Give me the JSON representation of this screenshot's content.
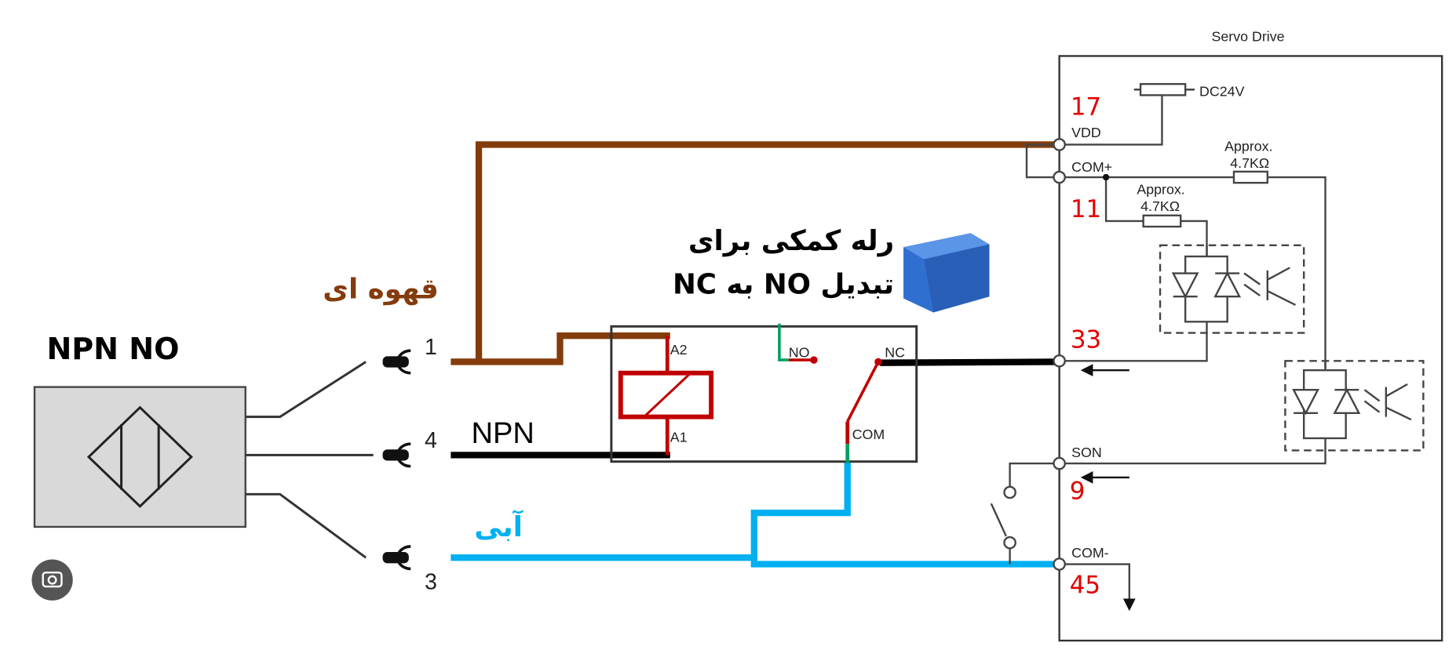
{
  "sensor": {
    "title": "NPN NO",
    "pins": [
      "1",
      "4",
      "3"
    ]
  },
  "wires": {
    "brown_label": "قهوه ای",
    "blue_label": "آبی",
    "npn_label": "NPN",
    "colors": {
      "brown": "#843c0c",
      "black": "#000000",
      "blue": "#00b0f0",
      "relay_red": "#c00000",
      "green": "#00a060"
    }
  },
  "relay": {
    "caption_line1": "رله کمکی برای",
    "caption_line2": "تبدیل  NO به NC",
    "a2": "A2",
    "a1": "A1",
    "no": "NO",
    "nc": "NC",
    "com": "COM"
  },
  "servo": {
    "title": "Servo Drive",
    "supply": "DC24V",
    "resistor_approx": "Approx.",
    "resistor_value": "4.7KΩ",
    "terminals": [
      {
        "name": "VDD",
        "pin": "17"
      },
      {
        "name": "COM+",
        "pin": "11"
      },
      {
        "name": "",
        "pin": "33"
      },
      {
        "name": "SON",
        "pin": "9"
      },
      {
        "name": "COM-",
        "pin": "45"
      }
    ]
  }
}
